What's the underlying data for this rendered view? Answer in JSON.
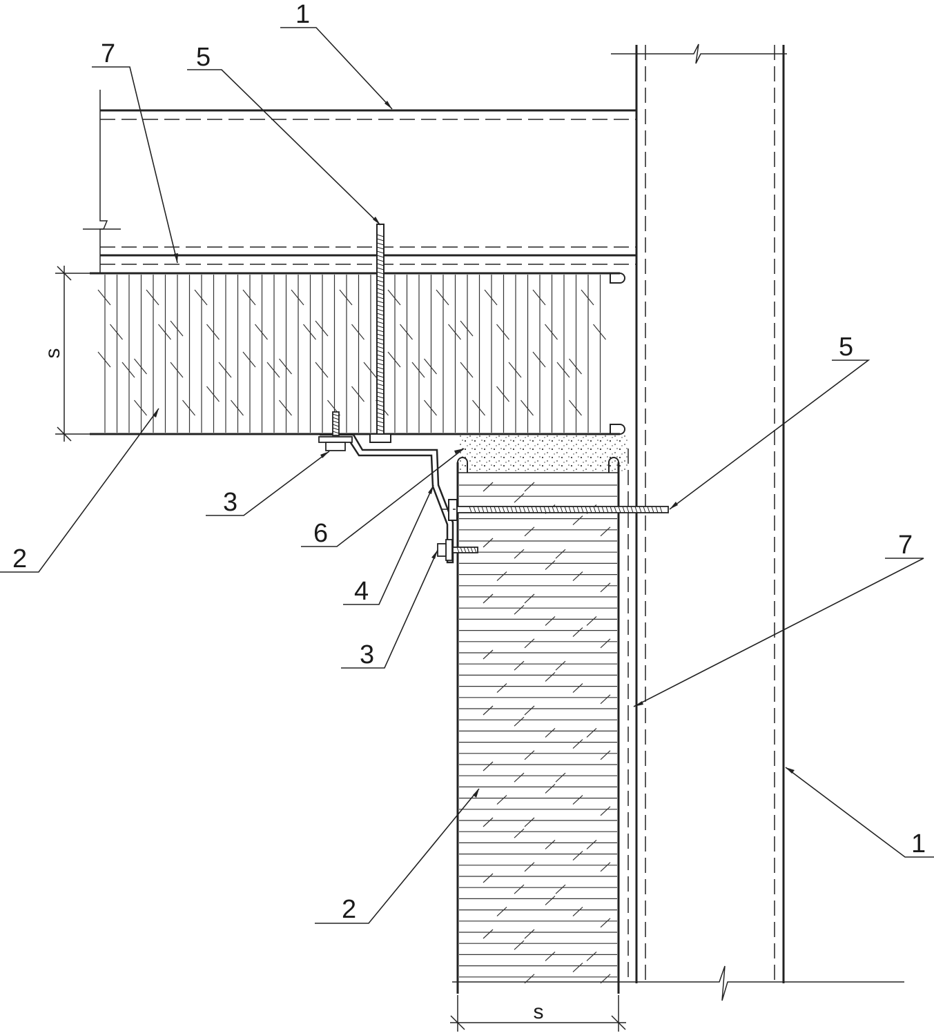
{
  "callouts": {
    "column_top": "1",
    "column_right": "1",
    "panel_horizontal": "2",
    "panel_vertical": "2",
    "screw_panel_top": "3",
    "screw_flashing": "3",
    "flashing": "4",
    "fastener_top": "5",
    "fastener_right": "5",
    "seal": "6",
    "gasket_top": "7",
    "gasket_right": "7"
  },
  "dimensions": {
    "horizontal_panel_thickness": "s",
    "vertical_panel_thickness": "s"
  },
  "colors": {
    "line": "#222222",
    "background": "#ffffff"
  }
}
